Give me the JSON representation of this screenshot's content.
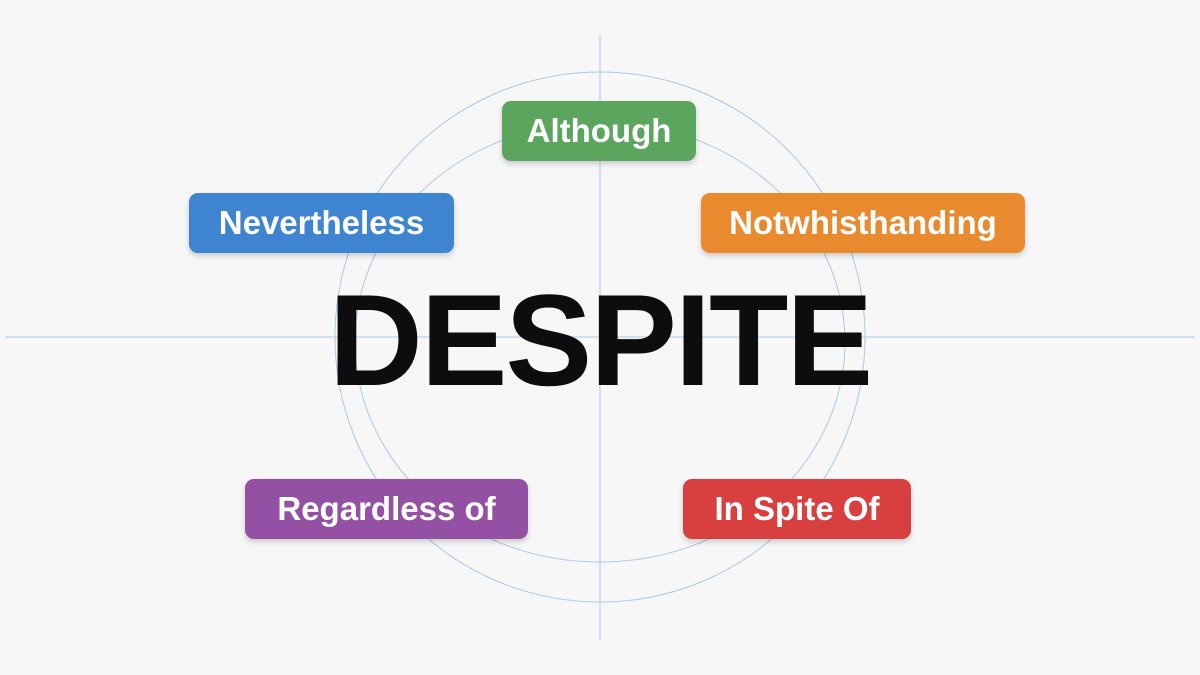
{
  "center_word": "DESPITE",
  "tags": [
    {
      "id": "tag-although",
      "label": "Although",
      "color": "#5ba55f"
    },
    {
      "id": "tag-nevertheless",
      "label": "Nevertheless",
      "color": "#3f84d0"
    },
    {
      "id": "tag-notwithstanding",
      "label": "Notwhisthanding",
      "color": "#ea8a2e"
    },
    {
      "id": "tag-regardless",
      "label": "Regardless of",
      "color": "#9451a3"
    },
    {
      "id": "tag-inspite",
      "label": "In Spite Of",
      "color": "#d84040"
    }
  ],
  "guide_color": "#a9c8e8"
}
